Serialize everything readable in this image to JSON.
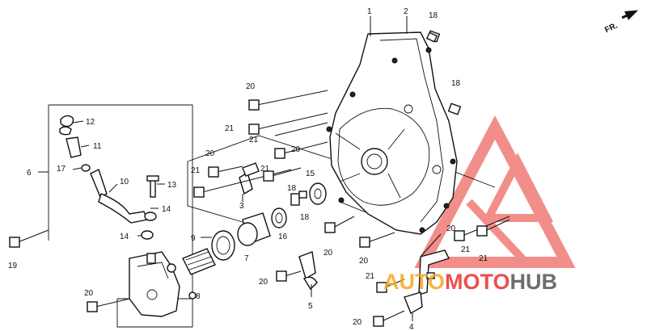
{
  "diagram": {
    "direction_label": "FR.",
    "callouts": [
      "1",
      "2",
      "3",
      "4",
      "5",
      "6",
      "7",
      "8",
      "9",
      "10",
      "11",
      "12",
      "13",
      "14",
      "14",
      "15",
      "16",
      "17",
      "18",
      "18",
      "18",
      "18",
      "19",
      "20",
      "20",
      "20",
      "20",
      "20",
      "20",
      "20",
      "20",
      "20",
      "21",
      "21",
      "21",
      "21",
      "21",
      "21",
      "21"
    ]
  },
  "watermark": {
    "part1": "AUTO",
    "part2": "MOTO",
    "part3": "HUB",
    "color_red": "#e8322c",
    "color_orange": "#f5a623",
    "color_gray": "#555555"
  }
}
